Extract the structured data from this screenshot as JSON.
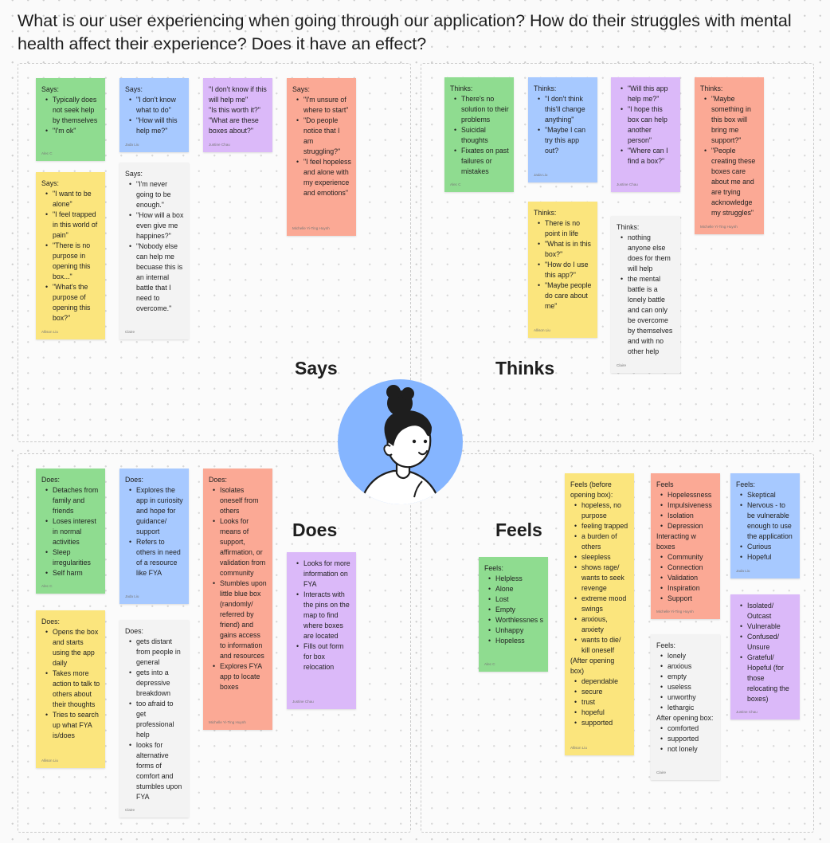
{
  "title": "What is our user experiencing when going through our application? How do their struggles with mental health affect their experience? Does it have an effect?",
  "labels": {
    "says": "Says",
    "thinks": "Thinks",
    "does": "Does",
    "feels": "Feels"
  },
  "notes": {
    "says_1": {
      "heading": "Says:",
      "items": [
        "Typically does not seek help by themselves",
        "\"I'm ok\""
      ],
      "author": "Alec C"
    },
    "says_2": {
      "heading": "Says:",
      "items": [
        "\"I don't know what to do\"",
        "\"How will this help me?\""
      ],
      "author": "Jada Liu"
    },
    "says_3": {
      "lines": [
        "\"I don't know if this will help me\"",
        "\"Is this worth it?\"",
        "\"What are these boxes about?\""
      ],
      "author": "Justine Chau"
    },
    "says_4": {
      "heading": "Says:",
      "items": [
        "\"I'm unsure of where to start\"",
        "\"Do people notice that I am struggling?\"",
        "\"I feel hopeless and alone with my experience and emotions\""
      ],
      "author": "Michelle Yi-Ting Huynh"
    },
    "says_5": {
      "heading": "Says:",
      "items": [
        "\"I want to be alone\"",
        "\"I feel trapped in this world of pain\"",
        "\"There is no purpose in opening this box...\"",
        "\"What's the purpose of opening this box?\""
      ],
      "author": "Allison Liu"
    },
    "says_6": {
      "heading": "Says:",
      "items": [
        "\"I'm never going to be enough.\"",
        "\"How will a box even give me happines?\"",
        "\"Nobody else can help me becuase this is an internal battle that I need to overcome.\""
      ],
      "author": "Claire"
    },
    "thinks_1": {
      "heading": "Thinks:",
      "items": [
        "There's no solution to their problems",
        "Suicidal thoughts",
        "Fixates on past failures or mistakes"
      ],
      "author": "Alec C"
    },
    "thinks_2": {
      "heading": "Thinks:",
      "items": [
        "\"I don't think this'll change anything\"",
        "\"Maybe I can try this app out?"
      ],
      "author": "Jada Liu"
    },
    "thinks_3": {
      "items": [
        "\"Will this app help me?\"",
        "\"I hope this box can help another person\"",
        "\"Where can I find a box?\""
      ],
      "author": "Justine Chau"
    },
    "thinks_4": {
      "heading": "Thinks:",
      "items": [
        "\"Maybe something in this box will bring me support?\"",
        "\"People creating these boxes care about me and are trying acknowledge my struggles\""
      ],
      "author": "Michelle Yi-Ting Huynh"
    },
    "thinks_5": {
      "heading": "Thinks:",
      "items": [
        "There is no point in life",
        "\"What is in this box?\"",
        "\"How do I use this app?\"",
        "\"Maybe people do care about me\""
      ],
      "author": "Allison Liu"
    },
    "thinks_6": {
      "heading": "Thinks:",
      "items": [
        "nothing anyone else does for them will help",
        "the mental battle is a lonely battle and can only be overcome by themselves and with no other help"
      ],
      "author": "Claire"
    },
    "does_1": {
      "heading": "Does:",
      "items": [
        "Detaches from family and friends",
        "Loses interest in normal activities",
        "Sleep irregularities",
        "Self harm"
      ],
      "author": "Alec C"
    },
    "does_2": {
      "heading": "Does:",
      "items": [
        "Explores the app in curiosity and hope for guidance/ support",
        "Refers to others in need of a resource like FYA"
      ],
      "author": "Jada Liu"
    },
    "does_3": {
      "heading": "Does:",
      "items": [
        "Isolates oneself from others",
        "Looks for means of support, affirmation, or validation from community",
        "Stumbles upon little blue box (randomly/ referred by friend) and gains access to information and resources",
        "Explores FYA app to locate boxes"
      ],
      "author": "Michelle Yi-Ting Huynh"
    },
    "does_4": {
      "items": [
        "Looks for more information on FYA",
        "Interacts with the pins on the map to find where boxes are located",
        "Fills out form for box relocation"
      ],
      "author": "Justine Chau"
    },
    "does_5": {
      "heading": "Does:",
      "items": [
        "Opens the box and starts using the app daily",
        "Takes more action to talk to others about their thoughts",
        "Tries to search up what FYA is/does"
      ],
      "author": "Allison Liu"
    },
    "does_6": {
      "heading": "Does:",
      "items": [
        "gets distant from people in general",
        "gets into a depressive breakdown",
        "too afraid to get professional help",
        "looks for alternative forms of comfort and stumbles upon FYA"
      ],
      "author": "Claire"
    },
    "feels_1": {
      "heading": "Feels:",
      "items": [
        "Helpless",
        "Alone",
        "Lost",
        "Empty",
        "Worthlessnes s",
        "Unhappy",
        "Hopeless"
      ],
      "author": "Alec C"
    },
    "feels_2": {
      "heading": "Feels (before opening box):",
      "items": [
        "hopeless, no purpose",
        "feeling trapped",
        "a burden of others",
        "sleepless",
        "shows rage/ wants to seek revenge",
        "extreme mood swings",
        "anxious, anxiety",
        "wants to die/ kill oneself"
      ],
      "sub": "(After opening box)",
      "items2": [
        "dependable",
        "secure",
        "trust",
        "hopeful",
        "supported"
      ],
      "author": "Allison Liu"
    },
    "feels_3": {
      "heading": "Feels",
      "items": [
        "Hopelessness",
        "Impulsiveness",
        "Isolation",
        "Depression"
      ],
      "sub": "Interacting w boxes",
      "items2": [
        "Community",
        "Connection",
        "Validation",
        "Inspiration",
        "Support"
      ],
      "author": "Michelle Yi-Ting Huynh"
    },
    "feels_4": {
      "heading": "Feels:",
      "items": [
        "Skeptical",
        "Nervous - to be vulnerable enough to use the application",
        "Curious",
        "Hopeful"
      ],
      "author": "Jada Liu"
    },
    "feels_5": {
      "heading": "Feels:",
      "items": [
        "lonely",
        "anxious",
        "empty",
        "useless",
        "unworthy",
        "lethargic"
      ],
      "sub": "After opening box:",
      "items2": [
        "comforted",
        "supported",
        "not lonely"
      ],
      "author": "Claire"
    },
    "feels_6": {
      "items": [
        "Isolated/ Outcast",
        "Vulnerable",
        "Confused/ Unsure",
        "Grateful/ Hopeful (for those relocating the boxes)"
      ],
      "author": "Justine Chau"
    }
  },
  "colors": {
    "green": "#8fdc90",
    "blue": "#a7c9ff",
    "purple": "#dbb9f9",
    "salmon": "#fba995",
    "yellow": "#fbe57d",
    "gray": "#f3f3f3",
    "avatar_bg": "#85b5ff"
  },
  "icons": {
    "avatar": "person-avatar"
  }
}
